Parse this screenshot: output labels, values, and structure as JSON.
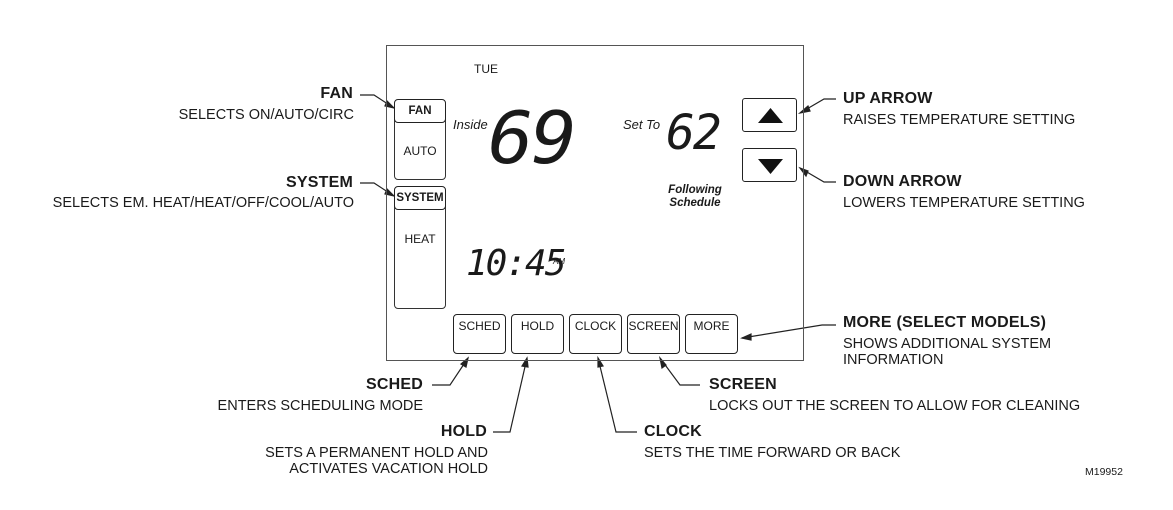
{
  "display": {
    "day": "TUE",
    "inside_label": "Inside",
    "inside_temp": "69",
    "set_to_label": "Set To",
    "set_temp": "62",
    "status_line1": "Following",
    "status_line2": "Schedule",
    "time": "10:45",
    "ampm": "AM"
  },
  "side_buttons": {
    "fan_label": "FAN",
    "fan_value": "AUTO",
    "system_label": "SYSTEM",
    "system_value": "HEAT"
  },
  "bottom_buttons": [
    "SCHED",
    "HOLD",
    "CLOCK",
    "SCREEN",
    "MORE"
  ],
  "callouts": {
    "fan": {
      "title": "FAN",
      "desc": "SELECTS ON/AUTO/CIRC"
    },
    "system": {
      "title": "SYSTEM",
      "desc": "SELECTS EM. HEAT/HEAT/OFF/COOL/AUTO"
    },
    "up_arrow": {
      "title": "UP ARROW",
      "desc": "RAISES TEMPERATURE SETTING"
    },
    "down_arrow": {
      "title": "DOWN ARROW",
      "desc": "LOWERS TEMPERATURE SETTING"
    },
    "more": {
      "title": "MORE (SELECT MODELS)",
      "desc1": "SHOWS ADDITIONAL SYSTEM",
      "desc2": "INFORMATION"
    },
    "sched": {
      "title": "SCHED",
      "desc": "ENTERS SCHEDULING MODE"
    },
    "hold": {
      "title": "HOLD",
      "desc1": "SETS A PERMANENT HOLD AND",
      "desc2": "ACTIVATES VACATION HOLD"
    },
    "clock": {
      "title": "CLOCK",
      "desc": "SETS THE TIME FORWARD OR BACK"
    },
    "screen": {
      "title": "SCREEN",
      "desc": "LOCKS OUT THE SCREEN TO ALLOW FOR CLEANING"
    }
  },
  "figure_id": "M19952",
  "icons": {
    "up": "triangle-up-icon",
    "down": "triangle-down-icon"
  }
}
